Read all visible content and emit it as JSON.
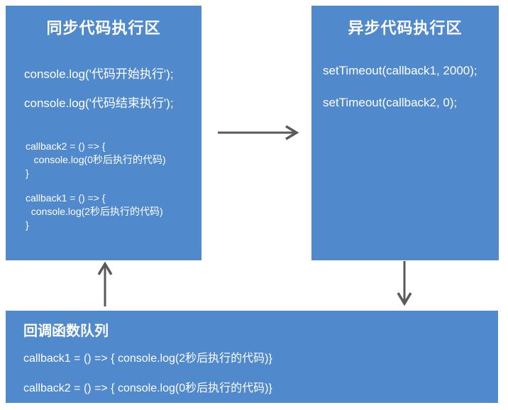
{
  "colors": {
    "box_bg": "#5189CD",
    "arrow": "#595959",
    "text": "#FFFFFF",
    "page_bg": "#FFFFFF"
  },
  "boxes": {
    "sync": {
      "title": "同步代码执行区",
      "console_lines": [
        "console.log('代码开始执行');",
        "console.log('代码结束执行');"
      ],
      "callback2_block": [
        "callback2 = () => {",
        "   console.log(0秒后执行的代码)",
        "}"
      ],
      "callback1_block": [
        "callback1 = () => {",
        "  console.log(2秒后执行的代码)",
        "}"
      ]
    },
    "async": {
      "title": "异步代码执行区",
      "lines": [
        "setTimeout(callback1, 2000);",
        "setTimeout(callback2, 0);"
      ]
    },
    "queue": {
      "title": "回调函数队列",
      "lines": [
        "callback1 = () => { console.log(2秒后执行的代码)}",
        "callback2 = () => { console.log(0秒后执行的代码)}"
      ]
    }
  },
  "icons": {
    "right_arrow": "arrow-right",
    "up_arrow": "arrow-up",
    "down_arrow": "arrow-down"
  }
}
